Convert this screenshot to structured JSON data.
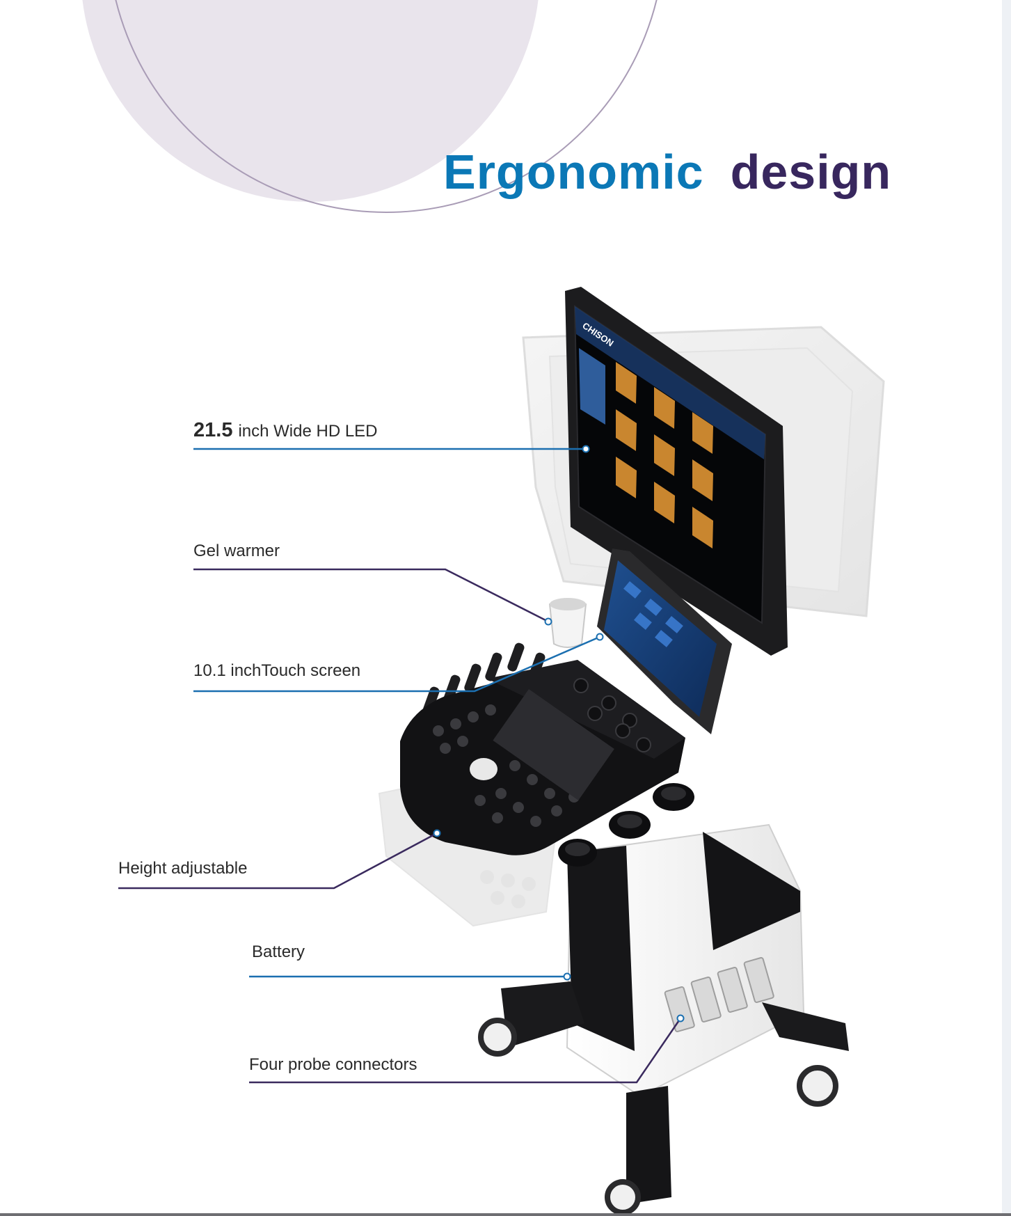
{
  "title": {
    "word1": "Ergonomic",
    "word2": "design"
  },
  "features": {
    "monitor": {
      "number": "21.5",
      "text": "inch Wide HD LED"
    },
    "gel_warmer": {
      "text": "Gel warmer"
    },
    "touch_screen": {
      "text": "10.1 inchTouch screen"
    },
    "height": {
      "text": "Height adjustable"
    },
    "battery": {
      "text": "Battery"
    },
    "probes": {
      "text": "Four probe connectors"
    }
  },
  "monitor_brand": "CHISON",
  "colors": {
    "title_blue": "#0b78b6",
    "title_purple": "#38275e",
    "circle_fill": "#e9e4ec",
    "leader_blue": "#1b6fb0",
    "leader_purple": "#3a2a5e"
  }
}
